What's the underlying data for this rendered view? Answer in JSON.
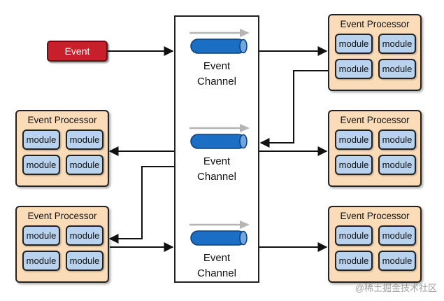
{
  "event_label": "Event",
  "channels": [
    {
      "label_line1": "Event",
      "label_line2": "Channel"
    },
    {
      "label_line1": "Event",
      "label_line2": "Channel"
    },
    {
      "label_line1": "Event",
      "label_line2": "Channel"
    }
  ],
  "processors": [
    {
      "title": "Event Processor",
      "modules": [
        "module",
        "module",
        "module",
        "module"
      ]
    },
    {
      "title": "Event Processor",
      "modules": [
        "module",
        "module",
        "module",
        "module"
      ]
    },
    {
      "title": "Event Processor",
      "modules": [
        "module",
        "module",
        "module",
        "module"
      ]
    },
    {
      "title": "Event Processor",
      "modules": [
        "module",
        "module",
        "module",
        "module"
      ]
    },
    {
      "title": "Event Processor",
      "modules": [
        "module",
        "module",
        "module",
        "module"
      ]
    }
  ],
  "watermark": "@稀土掘金技术社区",
  "colors": {
    "event": "#c8202a",
    "processor": "#fbdcb8",
    "module": "#b9d3ef",
    "pipe": "#1a6fc4"
  }
}
